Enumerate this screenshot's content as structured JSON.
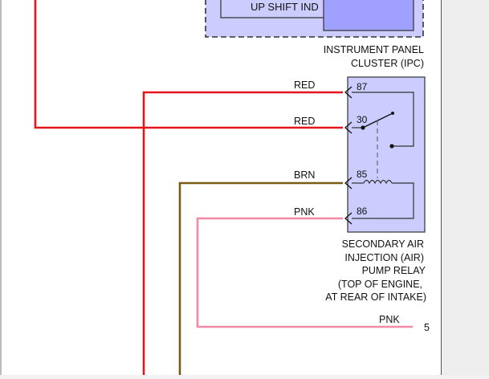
{
  "ipc": {
    "indicator_label": "UP SHIFT IND",
    "caption_line1": "INSTRUMENT PANEL",
    "caption_line2": "CLUSTER (IPC)"
  },
  "relay": {
    "caption_line1": "SECONDARY AIR",
    "caption_line2": "INJECTION (AIR)",
    "caption_line3": "PUMP RELAY",
    "caption_line4": "(TOP OF ENGINE,",
    "caption_line5": "AT REAR OF INTAKE)",
    "pins": [
      {
        "number": "87",
        "wire_color_label": "RED"
      },
      {
        "number": "30",
        "wire_color_label": "RED"
      },
      {
        "number": "85",
        "wire_color_label": "BRN"
      },
      {
        "number": "86",
        "wire_color_label": "PNK"
      }
    ]
  },
  "bottom_wire": {
    "color_label": "PNK",
    "reference": "5"
  },
  "colors": {
    "red_wire": "#e8141b",
    "brown_wire": "#7a5a14",
    "pink_wire": "#f48aa6",
    "component_fill": "#ccccff",
    "ipc_indicator_fill": "#a0a0ff",
    "line": "#333333",
    "page": "#ffffff",
    "background": "#f2f2f2"
  }
}
